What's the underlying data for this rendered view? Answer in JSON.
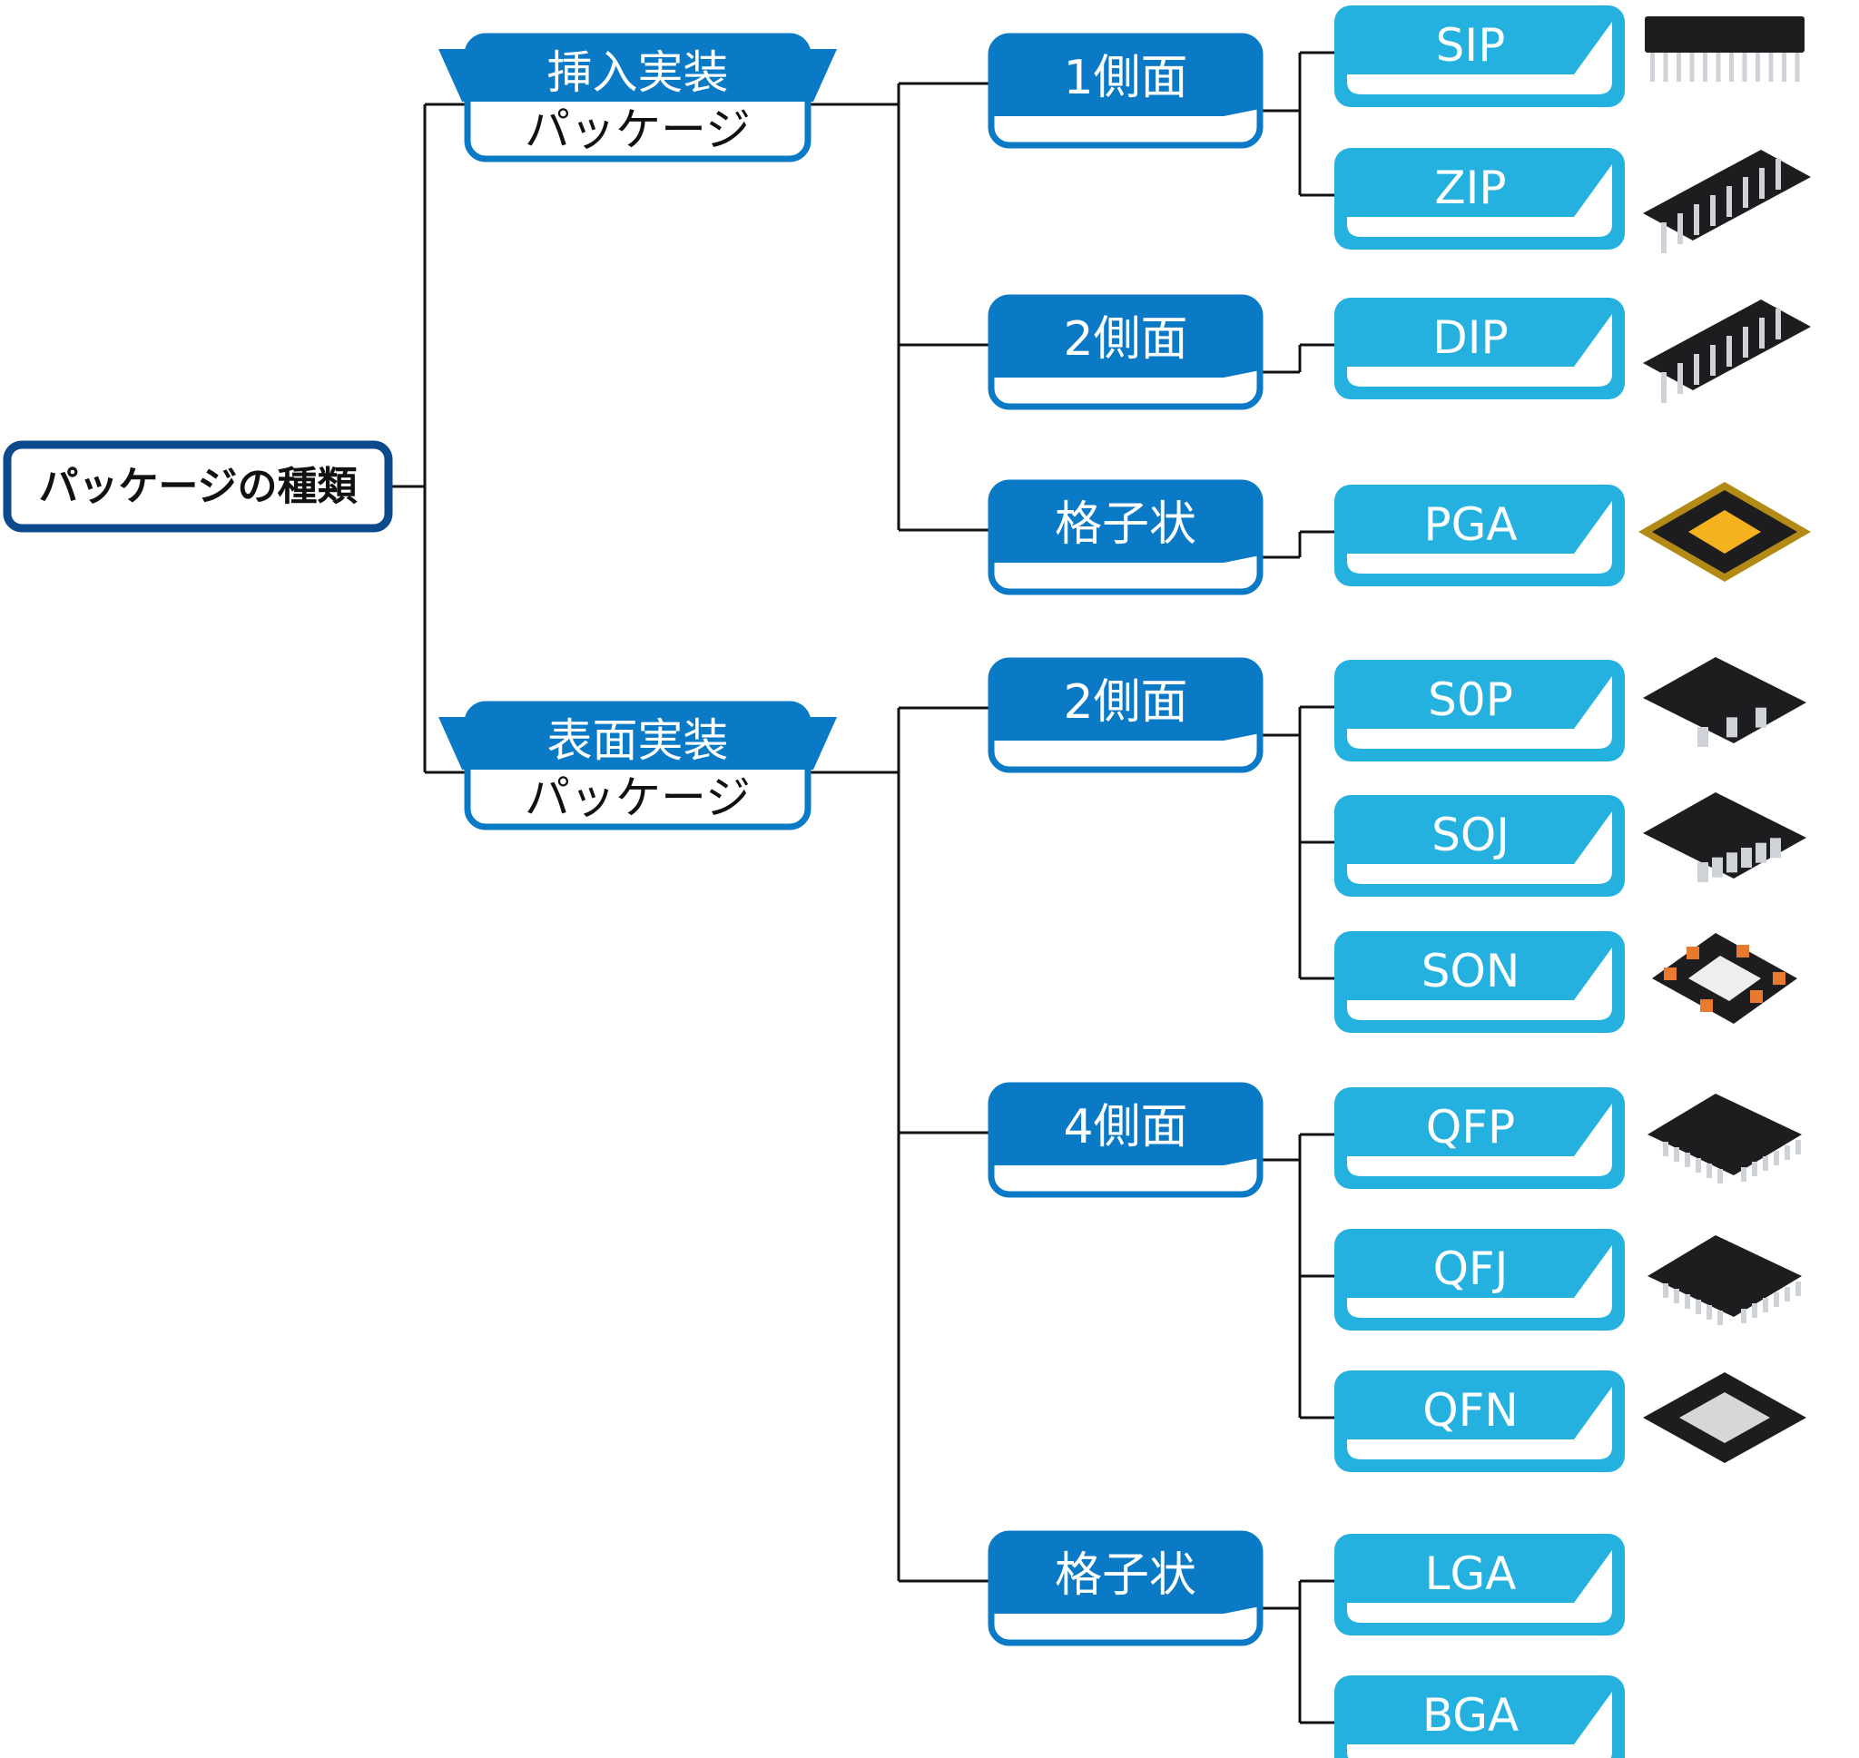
{
  "root": {
    "label": "パッケージの種類"
  },
  "colors": {
    "primary": "#0a7ac6",
    "leaf": "#25b1df",
    "leaf_border": "#25b1df",
    "root_border": "#0d4a8c",
    "line": "#111111",
    "text_dark": "#111111",
    "text_light": "#ffffff"
  },
  "categories": [
    {
      "top": "挿入実装",
      "bottom": "パッケージ",
      "groups": [
        {
          "label": "1側面",
          "leaves": [
            {
              "label": "SIP",
              "icon": "sip-chip-icon"
            },
            {
              "label": "ZIP",
              "icon": "zip-chip-icon"
            }
          ]
        },
        {
          "label": "2側面",
          "leaves": [
            {
              "label": "DIP",
              "icon": "dip-chip-icon"
            }
          ]
        },
        {
          "label": "格子状",
          "leaves": [
            {
              "label": "PGA",
              "icon": "pga-chip-icon"
            }
          ]
        }
      ]
    },
    {
      "top": "表面実装",
      "bottom": "パッケージ",
      "groups": [
        {
          "label": "2側面",
          "leaves": [
            {
              "label": "S0P",
              "icon": "sop-chip-icon"
            },
            {
              "label": "SOJ",
              "icon": "soj-chip-icon"
            },
            {
              "label": "SON",
              "icon": "son-chip-icon"
            }
          ]
        },
        {
          "label": "4側面",
          "leaves": [
            {
              "label": "QFP",
              "icon": "qfp-chip-icon"
            },
            {
              "label": "QFJ",
              "icon": "qfj-chip-icon"
            },
            {
              "label": "QFN",
              "icon": "qfn-chip-icon"
            }
          ]
        },
        {
          "label": "格子状",
          "leaves": [
            {
              "label": "LGA"
            },
            {
              "label": "BGA"
            }
          ]
        }
      ]
    }
  ]
}
